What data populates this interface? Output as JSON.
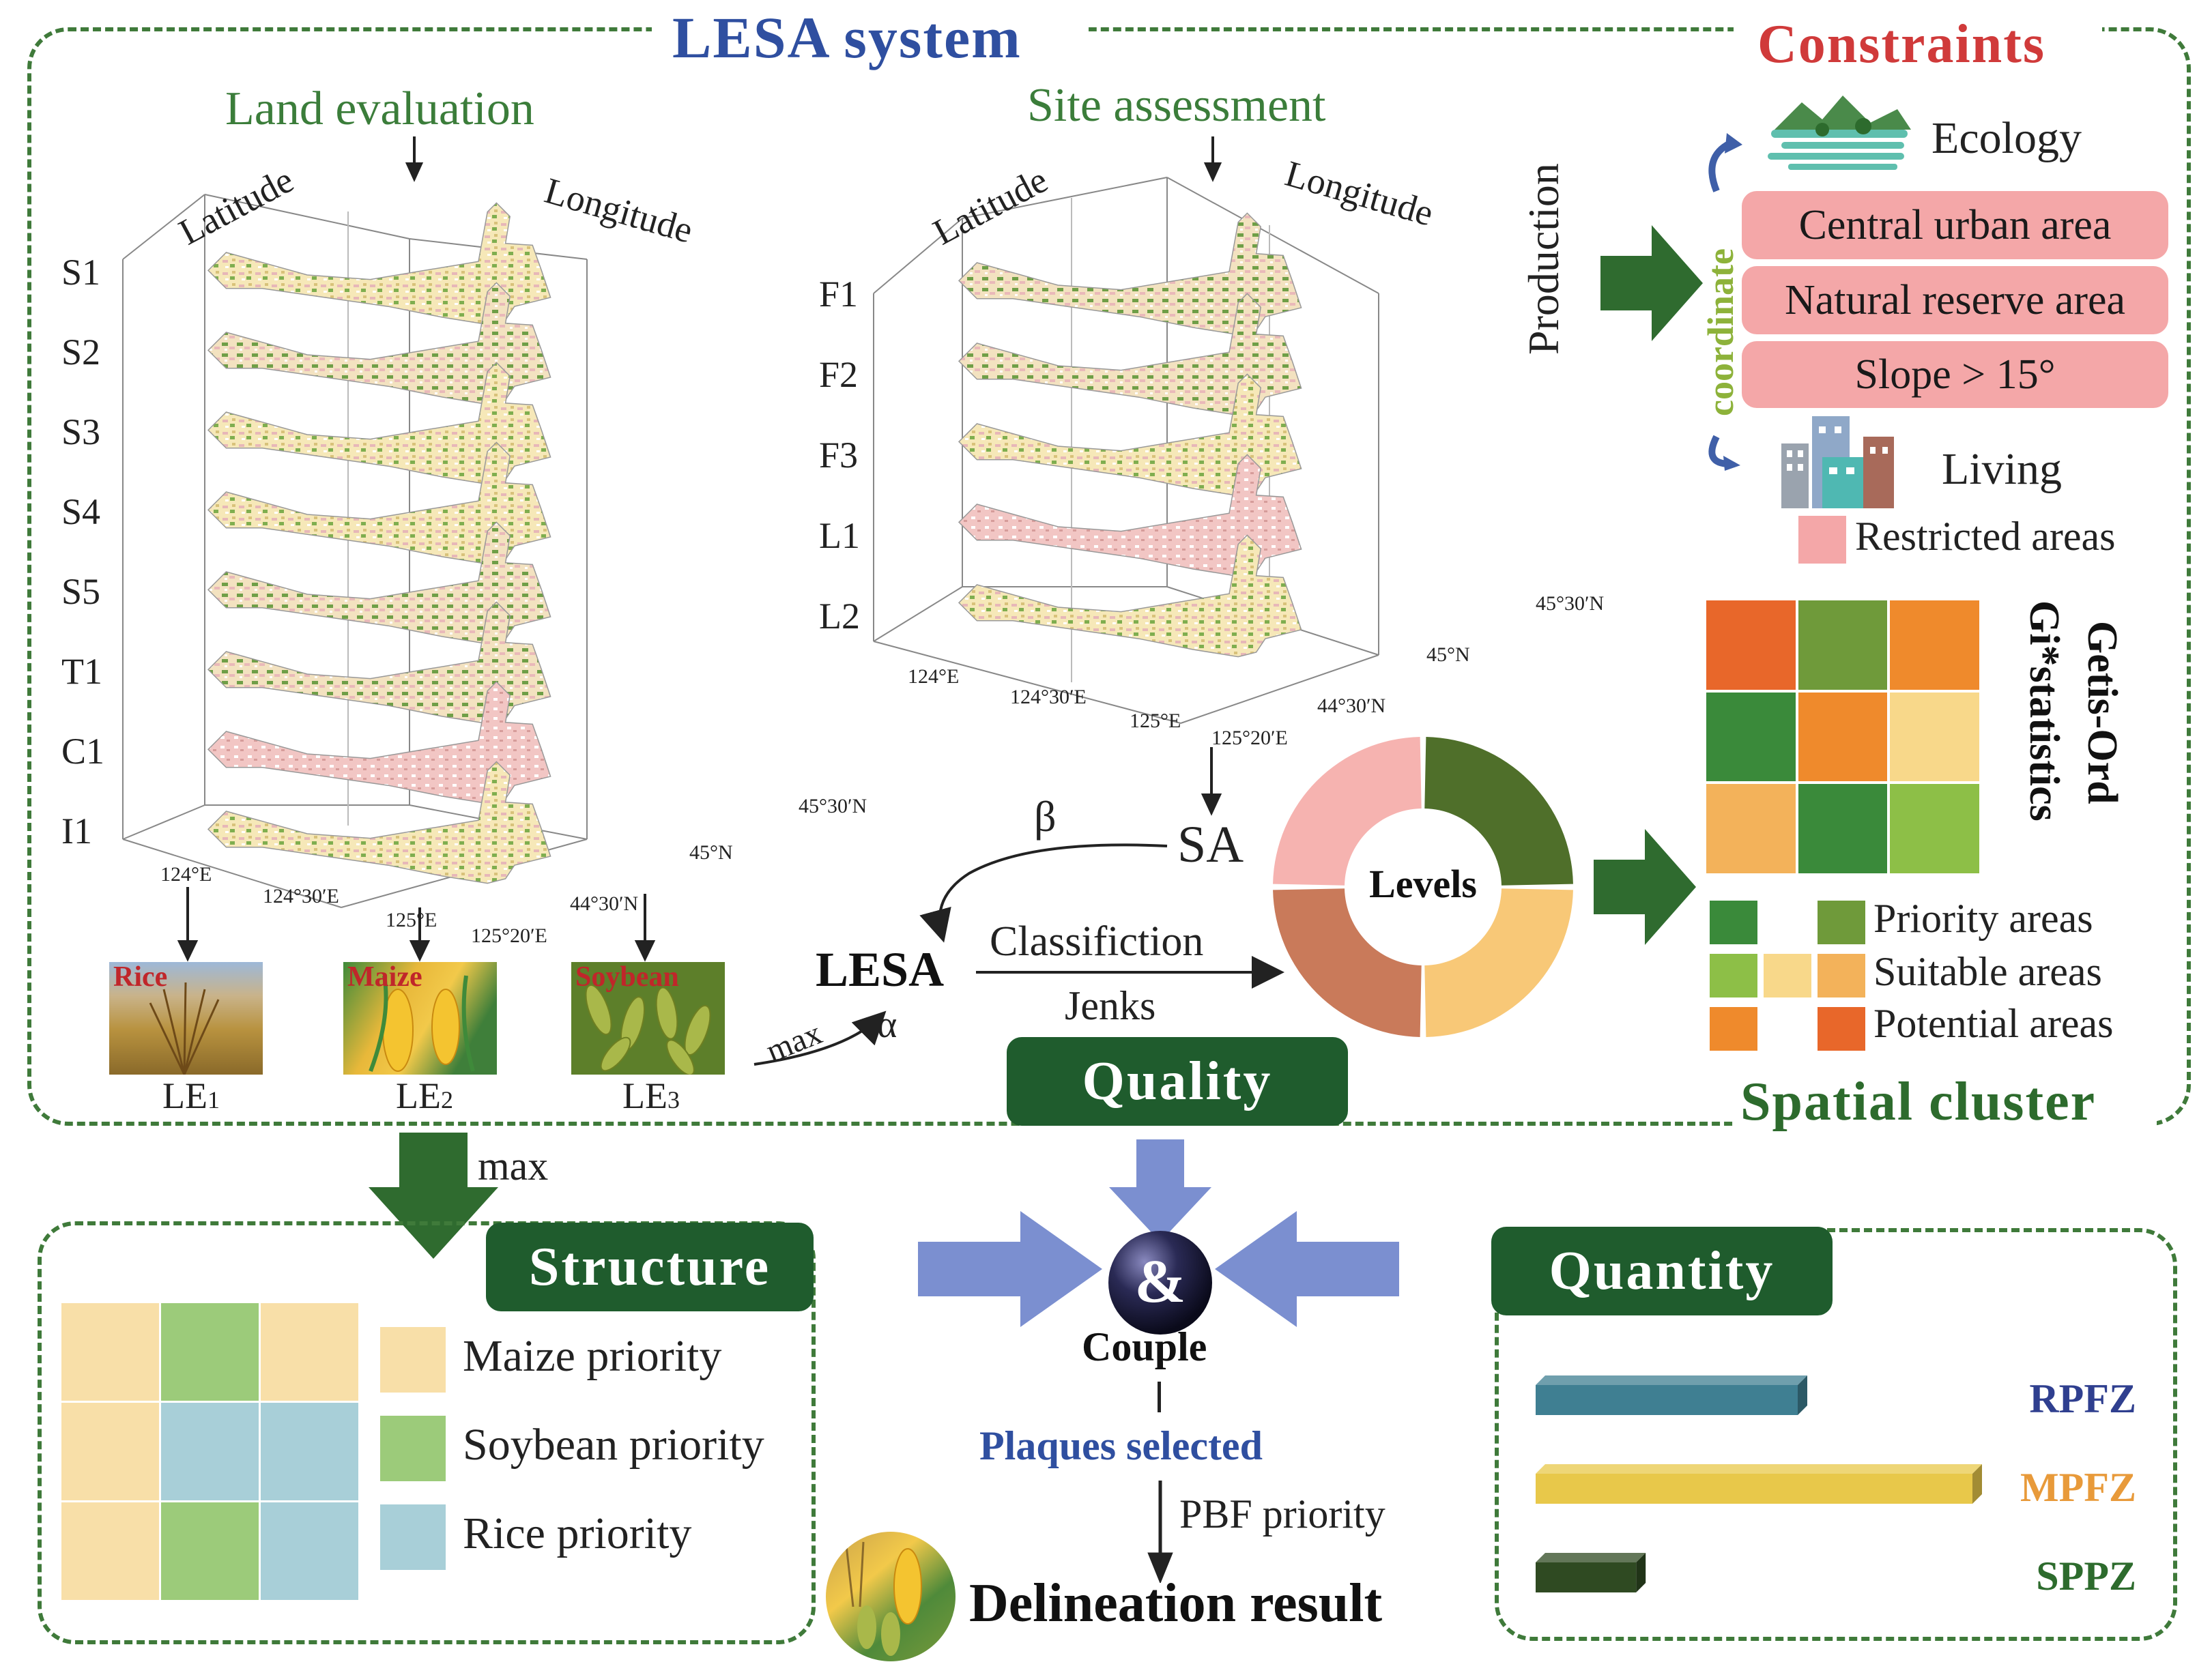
{
  "top": {
    "title": "LESA system",
    "constraints_title": "Constraints",
    "land_evaluation": "Land evaluation",
    "site_assessment": "Site assessment",
    "latitude": "Latitude",
    "longitude": "Longitude",
    "le_layers": [
      "S1",
      "S2",
      "S3",
      "S4",
      "S5",
      "T1",
      "C1",
      "I1"
    ],
    "sa_layers": [
      "F1",
      "F2",
      "F3",
      "L1",
      "L2"
    ],
    "ticks_lon": [
      "124°E",
      "124°30′E",
      "125°E",
      "125°20′E"
    ],
    "ticks_lat": [
      "45°30′N",
      "45°N",
      "44°30′N"
    ],
    "crops": [
      {
        "name": "Rice",
        "le_label": "LE",
        "le_sub": "1"
      },
      {
        "name": "Maize",
        "le_label": "LE",
        "le_sub": "2"
      },
      {
        "name": "Soybean",
        "le_label": "LE",
        "le_sub": "3"
      }
    ],
    "production": "Production",
    "coordinate": "coordinate",
    "ecology": "Ecology",
    "living": "Living",
    "restricted_items": [
      "Central urban area",
      "Natural reserve area",
      "Slope > 15°"
    ],
    "restricted_areas": "Restricted areas",
    "sa_label": "SA",
    "lesa_label": "LESA",
    "beta": "β",
    "alpha": "α",
    "max_label": "max",
    "classification": "Classifiction",
    "jenks": "Jenks",
    "levels": "Levels",
    "getis_title": "Getis-Ord",
    "getis_sub": "Gi*statistics",
    "cluster_legend": [
      "Priority areas",
      "Suitable areas",
      "Potential areas"
    ],
    "spatial_cluster": "Spatial cluster",
    "quality": "Quality"
  },
  "bottom": {
    "max_label": "max",
    "structure": "Structure",
    "structure_legend": [
      "Maize priority",
      "Soybean priority",
      "Rice priority"
    ],
    "couple_symbol": "&",
    "couple": "Couple",
    "plaques_selected": "Plaques selected",
    "pbf_priority": "PBF priority",
    "delineation_result": "Delineation result",
    "quantity": "Quantity",
    "bars": [
      {
        "label": "RPFZ",
        "value": 0.6,
        "color": "#3f7f92",
        "label_color": "#2f3f8f"
      },
      {
        "label": "MPFZ",
        "value": 1.0,
        "color": "#e8c84a",
        "label_color": "#e89a3a"
      },
      {
        "label": "SPPZ",
        "value": 0.23,
        "color": "#2f4a22",
        "label_color": "#2d6b2d"
      }
    ]
  },
  "colors": {
    "dark_green": "#1f5c2d",
    "title_blue": "#2f4fa0",
    "constraint_red": "#d03a3a",
    "text_green": "#3b7d3a",
    "arrow_blue": "#7b8fd0",
    "pink": "#f4a7a8",
    "levels": [
      "#4f6f2a",
      "#f8c877",
      "#c97a5a",
      "#f6b3b0"
    ],
    "cluster_grid": [
      "#e8672a",
      "#6f9a3a",
      "#ef8a2c",
      "#3a8a3a",
      "#ef8a2c",
      "#f8d88a",
      "#f3b25a",
      "#3a8a3a",
      "#8dbf47"
    ],
    "structure_grid": [
      "#f8dfa8",
      "#9ccb7a",
      "#f8dfa8",
      "#f8dfa8",
      "#a8cfd8",
      "#a8cfd8",
      "#f8dfa8",
      "#9ccb7a",
      "#a8cfd8"
    ]
  }
}
